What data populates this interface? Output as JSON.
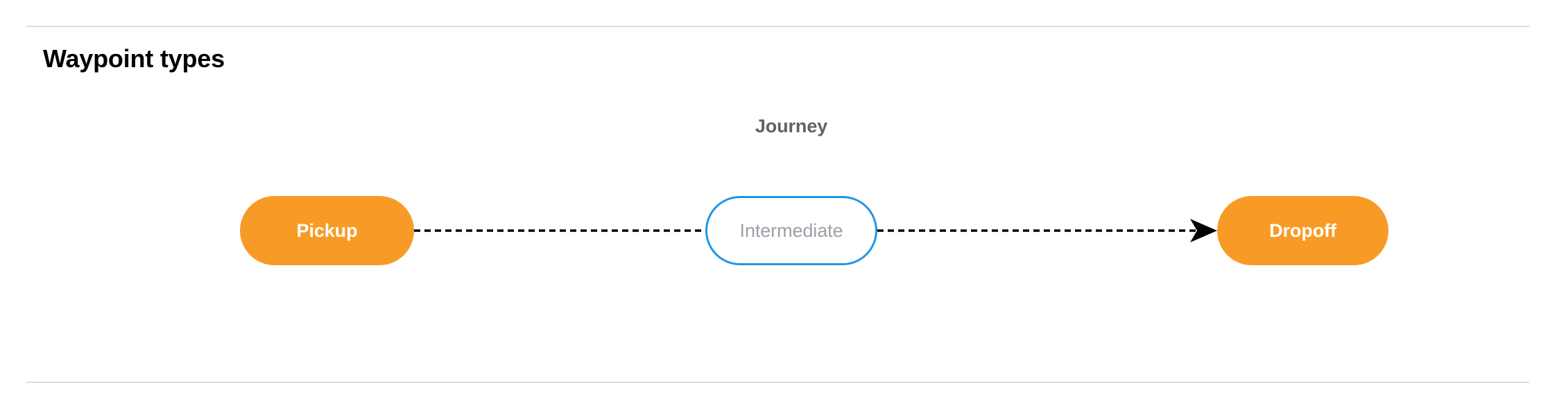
{
  "section": {
    "title": "Waypoint types"
  },
  "dividers": {
    "color": "#dadce0"
  },
  "diagram": {
    "type": "flow",
    "orientation": "left-to-right",
    "group_label": "Journey",
    "nodes": [
      {
        "id": "pickup",
        "label": "Pickup",
        "shape": "pill",
        "fill": "#f89b26",
        "text_color": "#ffffff",
        "border": "none"
      },
      {
        "id": "intermediate",
        "label": "Intermediate",
        "shape": "pill",
        "fill": "#ffffff",
        "text_color": "#9aa0a6",
        "border": "#2196e3"
      },
      {
        "id": "dropoff",
        "label": "Dropoff",
        "shape": "pill",
        "fill": "#f89b26",
        "text_color": "#ffffff",
        "border": "none"
      }
    ],
    "edges": [
      {
        "id": "pickup-to-intermediate",
        "from": "pickup",
        "to": "intermediate",
        "style": "dashed",
        "color": "#000000",
        "arrowhead": false
      },
      {
        "id": "intermediate-to-dropoff",
        "from": "intermediate",
        "to": "dropoff",
        "style": "dashed",
        "color": "#000000",
        "arrowhead": true
      }
    ]
  }
}
